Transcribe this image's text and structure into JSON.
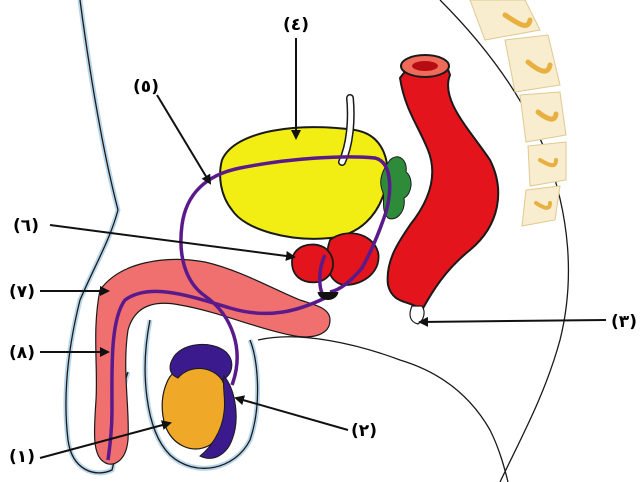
{
  "labels": [
    {
      "id": "n1",
      "text": "(١)"
    },
    {
      "id": "n2",
      "text": "(٢)"
    },
    {
      "id": "n3",
      "text": "(٣)"
    },
    {
      "id": "n4",
      "text": "(٤)"
    },
    {
      "id": "n5",
      "text": "(٥)"
    },
    {
      "id": "n6",
      "text": "(٦)"
    },
    {
      "id": "n7",
      "text": "(٧)"
    },
    {
      "id": "n8",
      "text": "(٨)"
    }
  ],
  "colors": {
    "outline": "#1a1a1a",
    "skin_edge": "#b9d6ea",
    "bladder": "#f2ee14",
    "rectum": "#e3141c",
    "penis": "#f07070",
    "vas_deferens": "#5a1a8c",
    "testis": "#f0a828",
    "epididymis": "#3a1a8c",
    "seminal_vesicle": "#2e8b3a",
    "prostate": "#e3141c",
    "vertebra": "#f8eecf",
    "vertebra_disc": "#e8b040"
  }
}
